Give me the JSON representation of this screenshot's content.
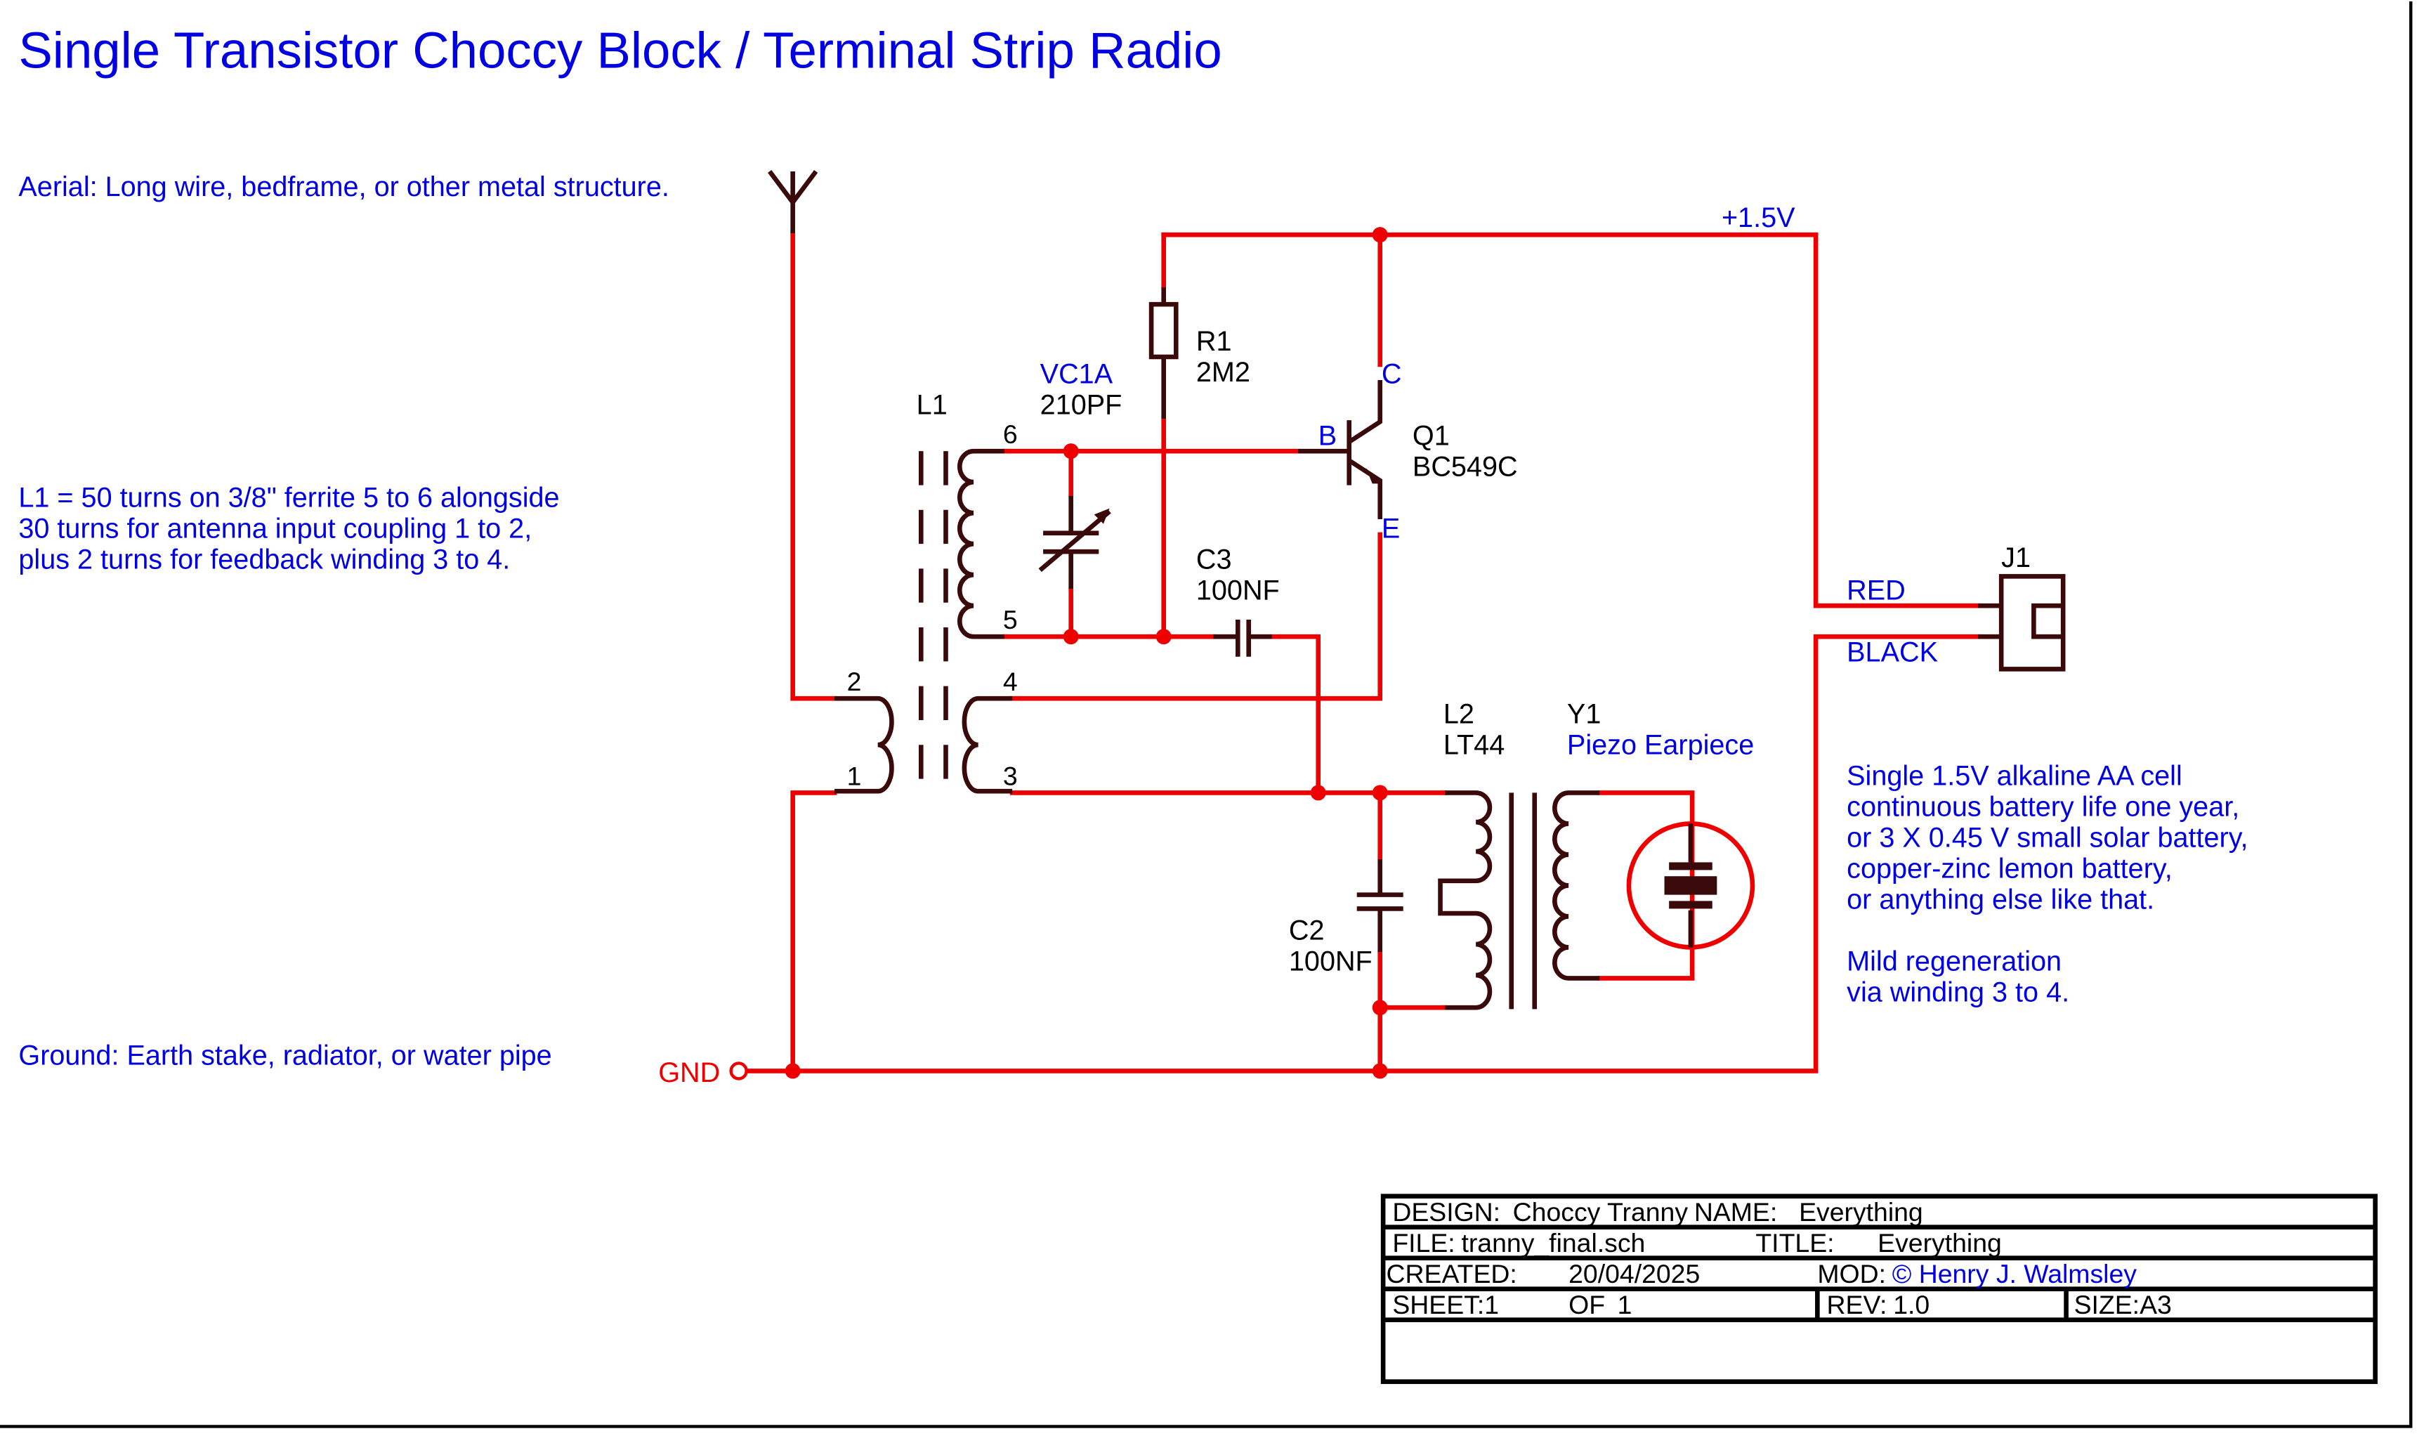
{
  "title": "Single Transistor Choccy Block / Terminal Strip Radio",
  "notes": {
    "aerial": "Aerial: Long wire, bedframe, or other metal structure.",
    "l1_lines": [
      "L1 = 50 turns on 3/8\" ferrite 5 to 6 alongside",
      "30 turns for antenna input coupling 1 to 2,",
      "plus 2 turns for feedback winding 3 to 4."
    ],
    "ground": "Ground: Earth stake, radiator, or water pipe",
    "battery_lines": [
      "Single 1.5V alkaline AA cell",
      "continuous battery life one year,",
      "or 3 X 0.45 V small solar battery,",
      "copper-zinc lemon battery,",
      "or anything else like that.",
      "",
      "Mild regeneration",
      "via winding 3 to 4."
    ]
  },
  "components": {
    "l1": {
      "ref": "L1",
      "pins": [
        "1",
        "2",
        "3",
        "4",
        "5",
        "6"
      ]
    },
    "vc1a": {
      "ref": "VC1A",
      "value": "210PF"
    },
    "r1": {
      "ref": "R1",
      "value": "2M2"
    },
    "q1": {
      "ref": "Q1",
      "value": "BC549C",
      "pin_b": "B",
      "pin_c": "C",
      "pin_e": "E"
    },
    "c3": {
      "ref": "C3",
      "value": "100NF"
    },
    "c2": {
      "ref": "C2",
      "value": "100NF"
    },
    "l2": {
      "ref": "L2",
      "value": "LT44"
    },
    "y1": {
      "ref": "Y1",
      "value": "Piezo Earpiece"
    },
    "j1": {
      "ref": "J1",
      "pin_red": "RED",
      "pin_black": "BLACK"
    }
  },
  "nets": {
    "vcc": "+1.5V",
    "gnd": "GND"
  },
  "title_block": {
    "design_label": "DESIGN:",
    "design": "Choccy Tranny",
    "name_label": "NAME:",
    "name": "Everything",
    "file_label": "FILE:",
    "file": "tranny_final.sch",
    "title_label": "TITLE:",
    "title": "Everything",
    "created_label": "CREATED:",
    "created": "20/04/2025",
    "mod_label": "MOD:",
    "mod": "© Henry J. Walmsley",
    "sheet_label": "SHEET:",
    "sheet": "1",
    "of_label": "OF",
    "of": "1",
    "rev_label": "REV:",
    "rev": "1.0",
    "size_label": "SIZE:",
    "size": "A3"
  },
  "colors": {
    "wire": "#ee0000",
    "component": "#3a0a0a",
    "annotation": "#0000e0",
    "text": "#000000"
  }
}
